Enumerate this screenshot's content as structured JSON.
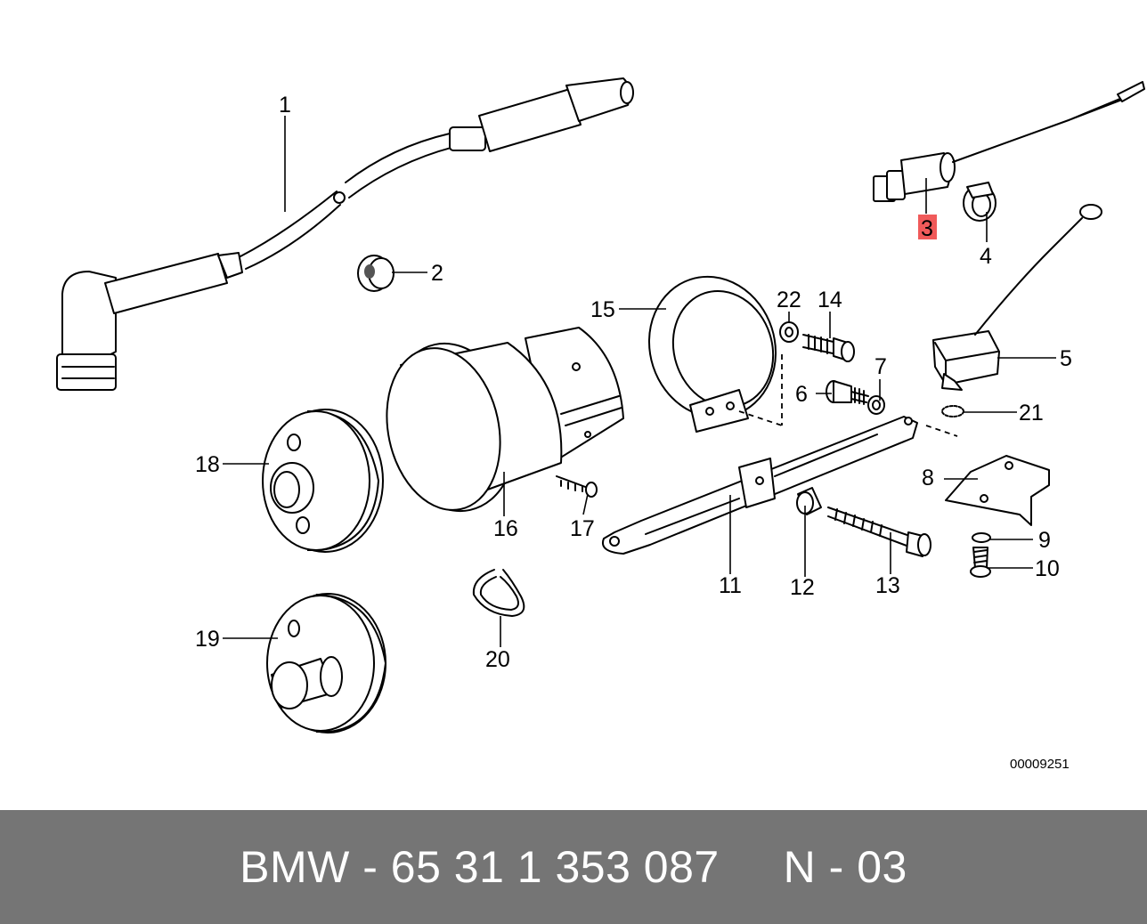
{
  "diagram": {
    "ref_number": "00009251",
    "highlighted_part": "3",
    "colors": {
      "highlight": "#f05a5a",
      "footer_bg": "#757575",
      "footer_text": "#ffffff"
    },
    "parts": [
      {
        "id": "p1",
        "label": "1"
      },
      {
        "id": "p2",
        "label": "2"
      },
      {
        "id": "p3",
        "label": "3"
      },
      {
        "id": "p4",
        "label": "4"
      },
      {
        "id": "p5",
        "label": "5"
      },
      {
        "id": "p6",
        "label": "6"
      },
      {
        "id": "p7",
        "label": "7"
      },
      {
        "id": "p8",
        "label": "8"
      },
      {
        "id": "p9",
        "label": "9"
      },
      {
        "id": "p10",
        "label": "10"
      },
      {
        "id": "p11",
        "label": "11"
      },
      {
        "id": "p12",
        "label": "12"
      },
      {
        "id": "p13",
        "label": "13"
      },
      {
        "id": "p14",
        "label": "14"
      },
      {
        "id": "p15",
        "label": "15"
      },
      {
        "id": "p16",
        "label": "16"
      },
      {
        "id": "p17",
        "label": "17"
      },
      {
        "id": "p18",
        "label": "18"
      },
      {
        "id": "p19",
        "label": "19"
      },
      {
        "id": "p20",
        "label": "20"
      },
      {
        "id": "p21",
        "label": "21"
      },
      {
        "id": "p22",
        "label": "22"
      }
    ]
  },
  "footer": {
    "text": "BMW - 65 31 1 353 087     N - 03"
  }
}
